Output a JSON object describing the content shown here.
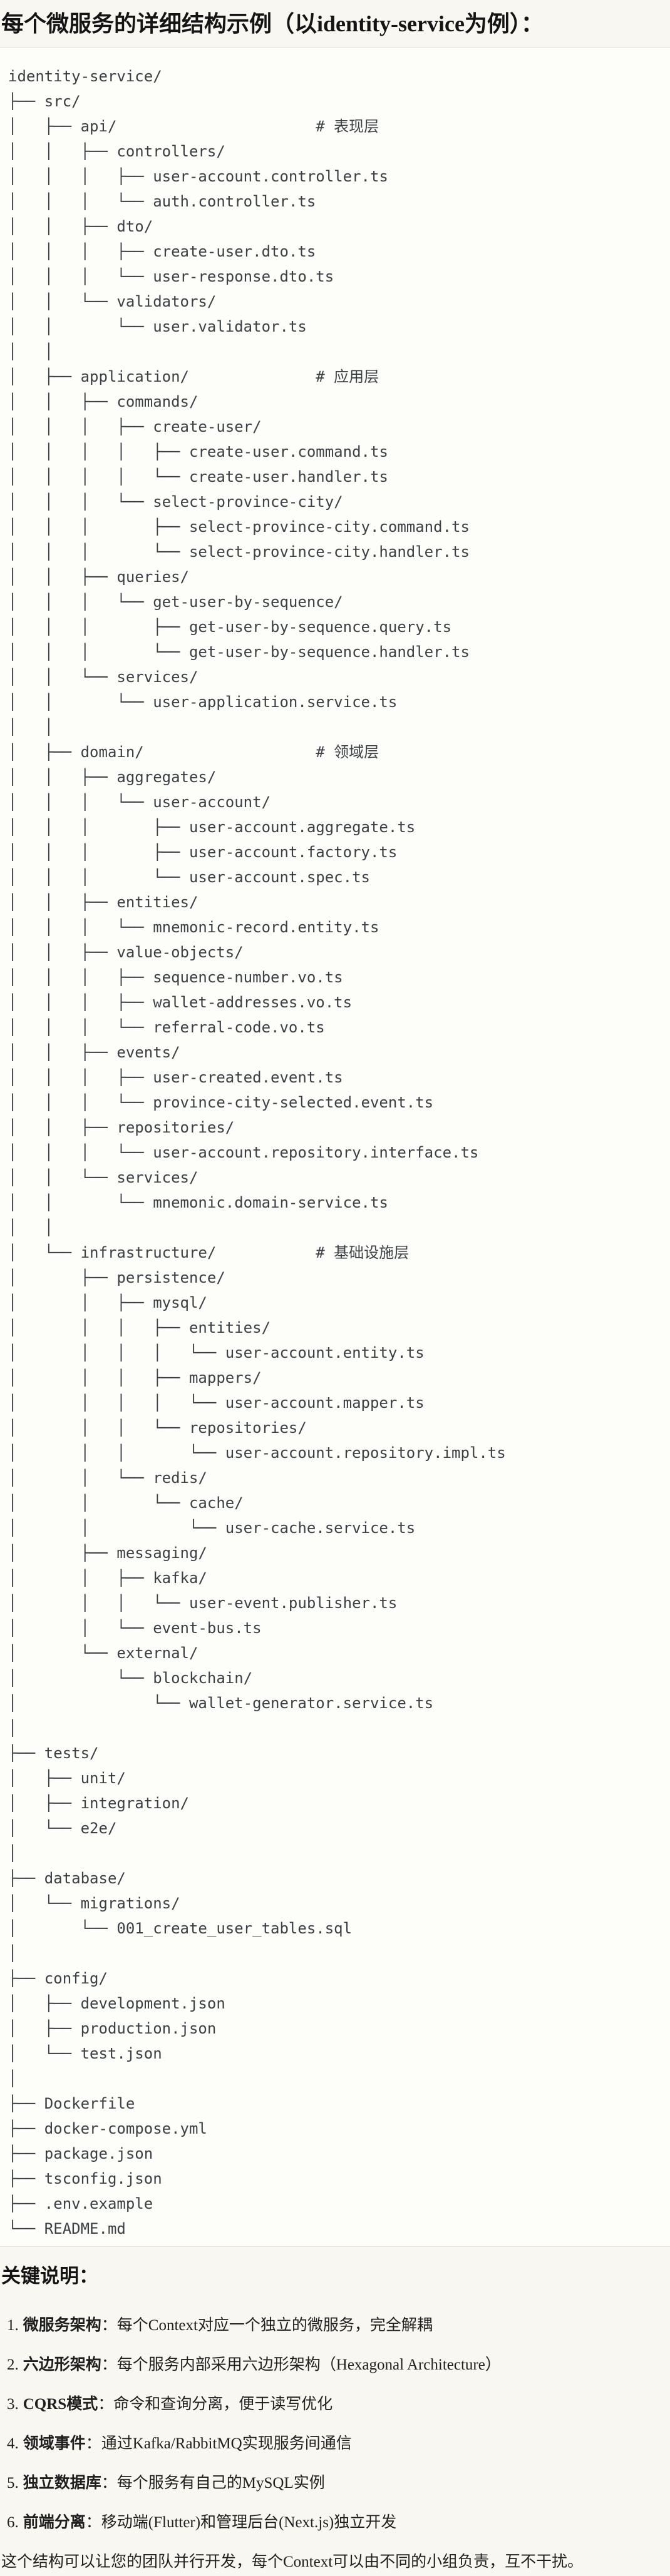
{
  "page": {
    "title": "每个微服务的详细结构示例（以identity-service为例）："
  },
  "tree": {
    "lines": [
      "identity-service/",
      "├── src/",
      "│   ├── api/                      # 表现层",
      "│   │   ├── controllers/",
      "│   │   │   ├── user-account.controller.ts",
      "│   │   │   └── auth.controller.ts",
      "│   │   ├── dto/",
      "│   │   │   ├── create-user.dto.ts",
      "│   │   │   └── user-response.dto.ts",
      "│   │   └── validators/",
      "│   │       └── user.validator.ts",
      "│   │",
      "│   ├── application/              # 应用层",
      "│   │   ├── commands/",
      "│   │   │   ├── create-user/",
      "│   │   │   │   ├── create-user.command.ts",
      "│   │   │   │   └── create-user.handler.ts",
      "│   │   │   └── select-province-city/",
      "│   │   │       ├── select-province-city.command.ts",
      "│   │   │       └── select-province-city.handler.ts",
      "│   │   ├── queries/",
      "│   │   │   └── get-user-by-sequence/",
      "│   │   │       ├── get-user-by-sequence.query.ts",
      "│   │   │       └── get-user-by-sequence.handler.ts",
      "│   │   └── services/",
      "│   │       └── user-application.service.ts",
      "│   │",
      "│   ├── domain/                   # 领域层",
      "│   │   ├── aggregates/",
      "│   │   │   └── user-account/",
      "│   │   │       ├── user-account.aggregate.ts",
      "│   │   │       ├── user-account.factory.ts",
      "│   │   │       └── user-account.spec.ts",
      "│   │   ├── entities/",
      "│   │   │   └── mnemonic-record.entity.ts",
      "│   │   ├── value-objects/",
      "│   │   │   ├── sequence-number.vo.ts",
      "│   │   │   ├── wallet-addresses.vo.ts",
      "│   │   │   └── referral-code.vo.ts",
      "│   │   ├── events/",
      "│   │   │   ├── user-created.event.ts",
      "│   │   │   └── province-city-selected.event.ts",
      "│   │   ├── repositories/",
      "│   │   │   └── user-account.repository.interface.ts",
      "│   │   └── services/",
      "│   │       └── mnemonic.domain-service.ts",
      "│   │",
      "│   └── infrastructure/           # 基础设施层",
      "│       ├── persistence/",
      "│       │   ├── mysql/",
      "│       │   │   ├── entities/",
      "│       │   │   │   └── user-account.entity.ts",
      "│       │   │   ├── mappers/",
      "│       │   │   │   └── user-account.mapper.ts",
      "│       │   │   └── repositories/",
      "│       │   │       └── user-account.repository.impl.ts",
      "│       │   └── redis/",
      "│       │       └── cache/",
      "│       │           └── user-cache.service.ts",
      "│       ├── messaging/",
      "│       │   ├── kafka/",
      "│       │   │   └── user-event.publisher.ts",
      "│       │   └── event-bus.ts",
      "│       └── external/",
      "│           └── blockchain/",
      "│               └── wallet-generator.service.ts",
      "│",
      "├── tests/",
      "│   ├── unit/",
      "│   ├── integration/",
      "│   └── e2e/",
      "│",
      "├── database/",
      "│   └── migrations/",
      "│       └── 001_create_user_tables.sql",
      "│",
      "├── config/",
      "│   ├── development.json",
      "│   ├── production.json",
      "│   └── test.json",
      "│",
      "├── Dockerfile",
      "├── docker-compose.yml",
      "├── package.json",
      "├── tsconfig.json",
      "├── .env.example",
      "└── README.md"
    ]
  },
  "notes": {
    "heading": "关键说明：",
    "items": [
      {
        "num": "1.",
        "term": "微服务架构",
        "desc": "：每个Context对应一个独立的微服务，完全解耦"
      },
      {
        "num": "2.",
        "term": "六边形架构",
        "desc": "：每个服务内部采用六边形架构（Hexagonal Architecture）"
      },
      {
        "num": "3.",
        "term": "CQRS模式",
        "desc": "：命令和查询分离，便于读写优化"
      },
      {
        "num": "4.",
        "term": "领域事件",
        "desc": "：通过Kafka/RabbitMQ实现服务间通信"
      },
      {
        "num": "5.",
        "term": "独立数据库",
        "desc": "：每个服务有自己的MySQL实例"
      },
      {
        "num": "6.",
        "term": "前端分离",
        "desc": "：移动端(Flutter)和管理后台(Next.js)独立开发"
      }
    ],
    "footer": "这个结构可以让您的团队并行开发，每个Context可以由不同的小组负责，互不干扰。"
  }
}
